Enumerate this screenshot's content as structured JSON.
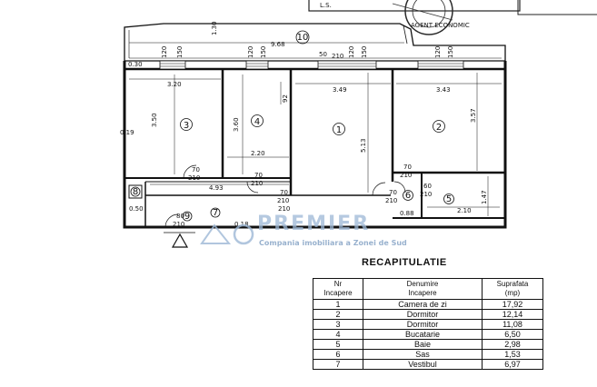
{
  "stamp": {
    "corner_text": "L.S.",
    "seal_text": "AGENT ECONOMIC"
  },
  "plan": {
    "balcony_number": "10",
    "rooms": [
      {
        "number": "1"
      },
      {
        "number": "2"
      },
      {
        "number": "3"
      },
      {
        "number": "4"
      },
      {
        "number": "5"
      },
      {
        "number": "6"
      },
      {
        "number": "7"
      },
      {
        "number": "8"
      },
      {
        "number": "9"
      }
    ],
    "dims": {
      "balcony_depth": "1.30",
      "balcony_length": "9.68",
      "wall_left": "0.30",
      "room3_width": "3.20",
      "room3_depth": "3.50",
      "room4_depth": "3.60",
      "room4_width": "2.20",
      "room1_width": "3.49",
      "room1_depth": "5.13",
      "room2_width": "3.43",
      "room2_depth": "3.57",
      "hall_length": "4.93",
      "bath_width": "2.10",
      "bath_depth": "1.47",
      "left_wall": "0.19",
      "small_left": "0.50",
      "small_88": "0.88",
      "small_bottom": "0.18",
      "window_top_a": "120",
      "window_top_b": "150",
      "door_50": "50",
      "door_70": "70",
      "door_80": "80",
      "door_60": "60",
      "door_h": "210",
      "side_win": "92"
    }
  },
  "watermark": {
    "name": "PREMIER",
    "tagline": "Compania imobiliara a Zonei de Sud"
  },
  "recap": {
    "title": "RECAPITULATIE",
    "headers": [
      "Nr\nIncapere",
      "Denumire\nIncapere",
      "Suprafata\n(mp)"
    ],
    "rows": [
      {
        "nr": "1",
        "name": "Camera de zi",
        "area": "17,92"
      },
      {
        "nr": "2",
        "name": "Dormitor",
        "area": "12,14"
      },
      {
        "nr": "3",
        "name": "Dormitor",
        "area": "11,08"
      },
      {
        "nr": "4",
        "name": "Bucatarie",
        "area": "6,50"
      },
      {
        "nr": "5",
        "name": "Baie",
        "area": "2,98"
      },
      {
        "nr": "6",
        "name": "Sas",
        "area": "1,53"
      },
      {
        "nr": "7",
        "name": "Vestibul",
        "area": "6,97"
      }
    ]
  }
}
